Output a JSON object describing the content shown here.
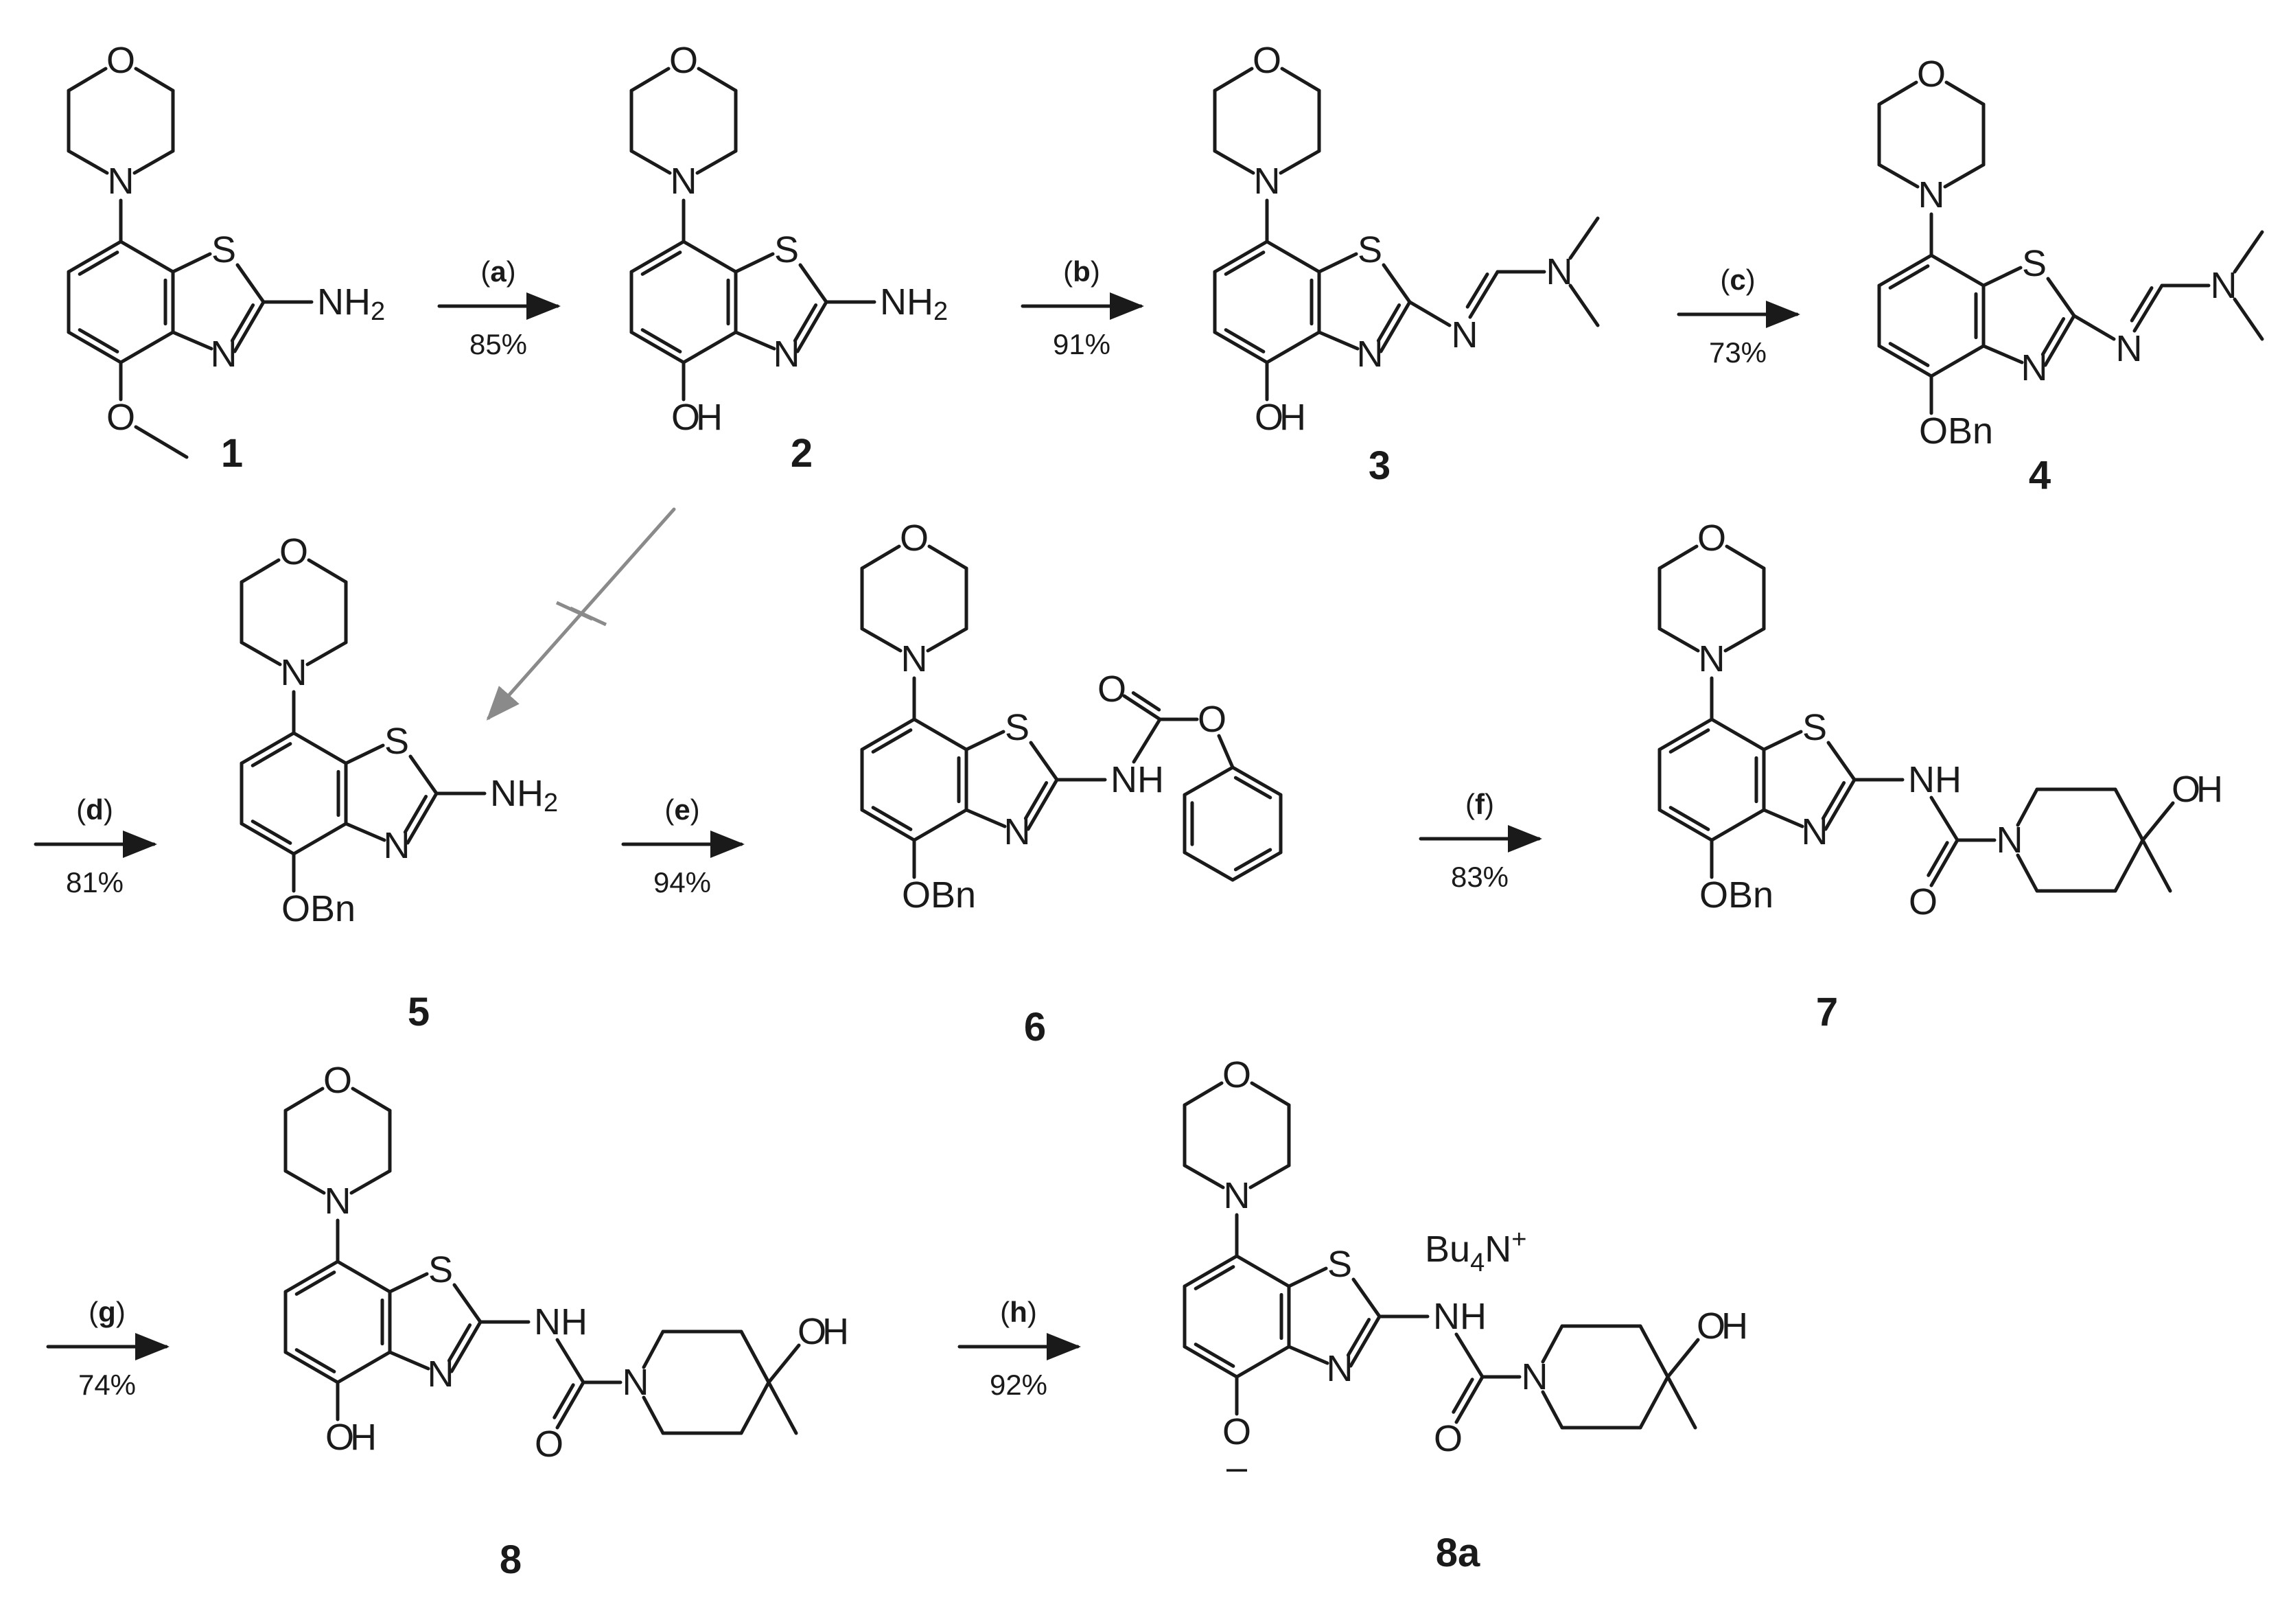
{
  "colors": {
    "ink": "#1a1a1a",
    "failed_arrow": "#8a8a8a",
    "background": "#ffffff"
  },
  "atoms": {
    "O": "O",
    "N": "N",
    "S": "S",
    "H": "H",
    "two": "2"
  },
  "compounds": [
    {
      "id": "1",
      "sub4": "O",
      "sub2": "NH2",
      "label": "1"
    },
    {
      "id": "2",
      "sub4": "OH",
      "sub2": "NH2",
      "label": "2"
    },
    {
      "id": "3",
      "sub4": "OH",
      "sub2": "amidine",
      "label": "3"
    },
    {
      "id": "4",
      "sub4": "OBn",
      "sub2": "amidine",
      "label": "4"
    },
    {
      "id": "5",
      "sub4": "OBn",
      "sub2": "NH2",
      "label": "5"
    },
    {
      "id": "6",
      "sub4": "OBn",
      "sub2": "carbamate",
      "label": "6"
    },
    {
      "id": "7",
      "sub4": "OBn",
      "sub2": "urea",
      "label": "7"
    },
    {
      "id": "8",
      "sub4": "OH",
      "sub2": "urea",
      "label": "8"
    },
    {
      "id": "8a",
      "sub4": "O-",
      "sub2": "urea",
      "label": "8a",
      "counterion": "Bu4N+"
    }
  ],
  "text": {
    "oh": "OH",
    "obn": "OBn",
    "nh": "NH",
    "nh2": "NH",
    "bu": "Bu",
    "bu_sub": "4",
    "bu_n": "N",
    "plus": "+",
    "minus": "–"
  },
  "steps": [
    {
      "reagent_key": "a",
      "yield": "85%"
    },
    {
      "reagent_key": "b",
      "yield": "91%"
    },
    {
      "reagent_key": "c",
      "yield": "73%"
    },
    {
      "reagent_key": "d",
      "yield": "81%"
    },
    {
      "reagent_key": "e",
      "yield": "94%"
    },
    {
      "reagent_key": "f",
      "yield": "83%"
    },
    {
      "reagent_key": "g",
      "yield": "74%"
    },
    {
      "reagent_key": "h",
      "yield": "92%"
    }
  ]
}
